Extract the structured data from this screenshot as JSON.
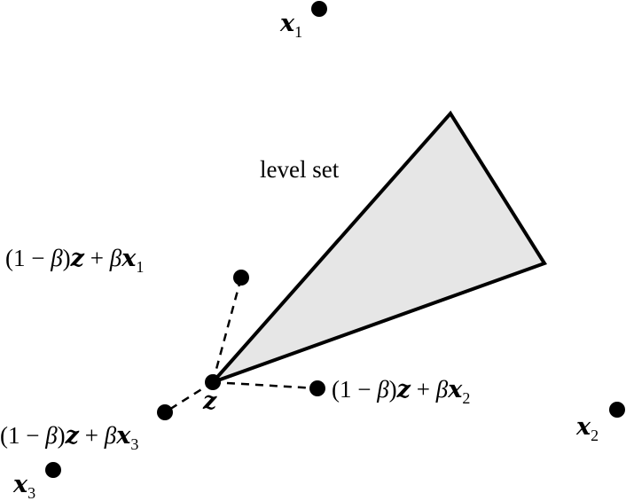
{
  "level_set_label": "level set",
  "colors": {
    "fill": "#e6e6e6",
    "stroke": "#000000"
  },
  "points": {
    "x1": {
      "vec": "x",
      "sub": "1"
    },
    "x2": {
      "vec": "x",
      "sub": "2"
    },
    "x3": {
      "vec": "x",
      "sub": "3"
    },
    "z": {
      "vec": "z"
    }
  },
  "combos": [
    {
      "pre": "(1 − ",
      "beta": "β",
      "close": ")",
      "z": "z",
      "plus": " + ",
      "beta2": "β",
      "x": "x",
      "sub": "1"
    },
    {
      "pre": "(1 − ",
      "beta": "β",
      "close": ")",
      "z": "z",
      "plus": " + ",
      "beta2": "β",
      "x": "x",
      "sub": "2"
    },
    {
      "pre": "(1 − ",
      "beta": "β",
      "close": ")",
      "z": "z",
      "plus": " + ",
      "beta2": "β",
      "x": "x",
      "sub": "3"
    }
  ]
}
